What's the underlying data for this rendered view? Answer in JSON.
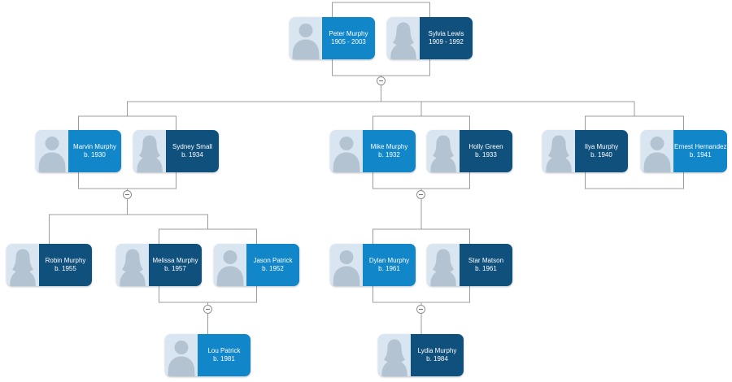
{
  "colors": {
    "male_card": "#1186c9",
    "female_card": "#10507d",
    "photo_bg": "#d9e5f0",
    "silhouette": "#b4c3d2",
    "line": "#9c9c9c",
    "background": "#ffffff"
  },
  "icons": {
    "collapse": "minus-circle-icon",
    "male_avatar": "male-silhouette-icon",
    "female_avatar": "female-silhouette-icon"
  },
  "people": [
    {
      "name": "Peter Murphy",
      "dates": "1905 - 2003",
      "gender": "male"
    },
    {
      "name": "Sylvia Lewis",
      "dates": "1909 - 1992",
      "gender": "female"
    },
    {
      "name": "Marvin Murphy",
      "dates": "b. 1930",
      "gender": "male"
    },
    {
      "name": "Sydney Small",
      "dates": "b. 1934",
      "gender": "female"
    },
    {
      "name": "Mike Murphy",
      "dates": "b. 1932",
      "gender": "male"
    },
    {
      "name": "Holly Green",
      "dates": "b. 1933",
      "gender": "female"
    },
    {
      "name": "Ilya Murphy",
      "dates": "b. 1940",
      "gender": "female"
    },
    {
      "name": "Ernest Hernandez",
      "dates": "b. 1941",
      "gender": "male"
    },
    {
      "name": "Robin Murphy",
      "dates": "b. 1955",
      "gender": "female"
    },
    {
      "name": "Melissa Murphy",
      "dates": "b. 1957",
      "gender": "female"
    },
    {
      "name": "Jason Patrick",
      "dates": "b. 1952",
      "gender": "male"
    },
    {
      "name": "Dylan Murphy",
      "dates": "b. 1961",
      "gender": "male"
    },
    {
      "name": "Star Matson",
      "dates": "b. 1961",
      "gender": "female"
    },
    {
      "name": "Lou Patrick",
      "dates": "b. 1981",
      "gender": "male"
    },
    {
      "name": "Lydia Murphy",
      "dates": "b. 1984",
      "gender": "female"
    }
  ]
}
